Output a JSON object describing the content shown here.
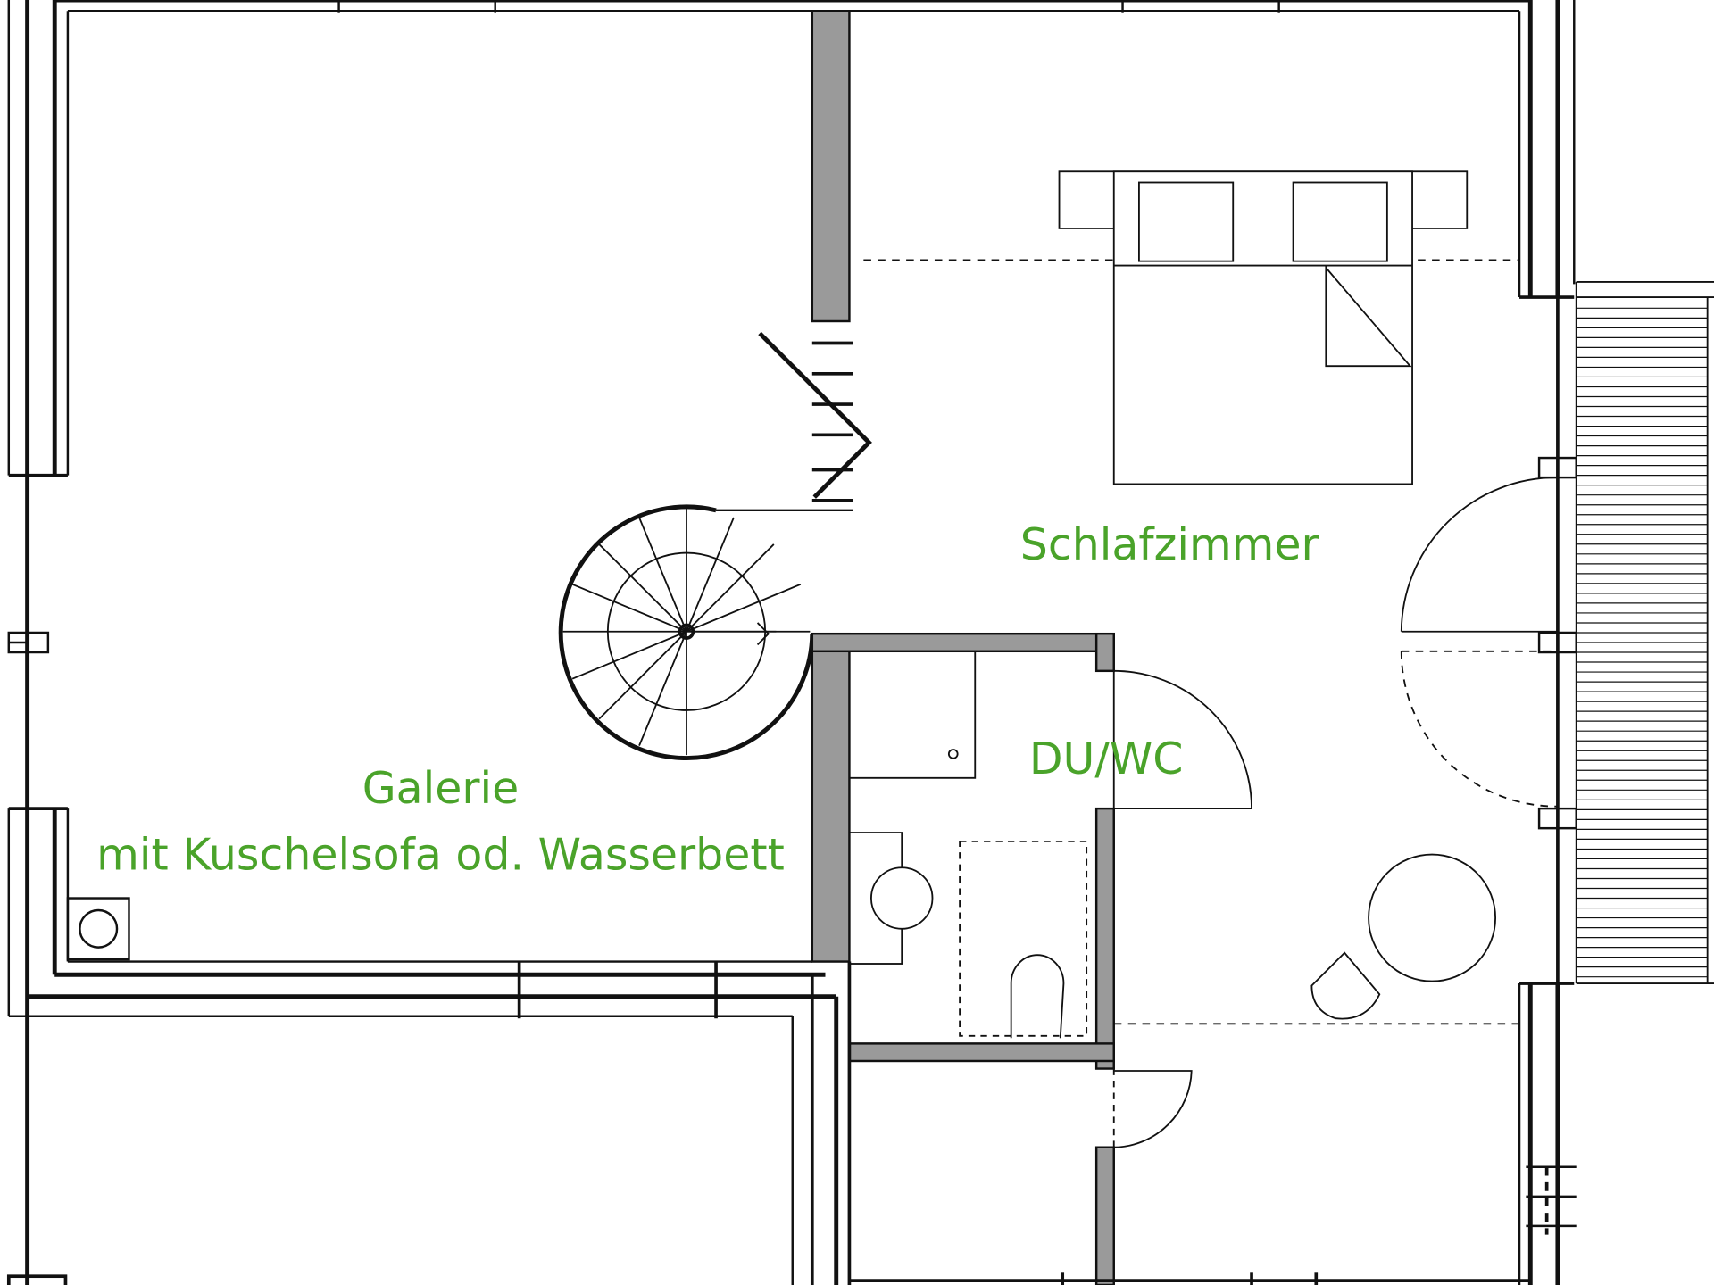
{
  "rooms": {
    "schlafzimmer": "Schlafzimmer",
    "du_wc": "DU/WC",
    "galerie_line1": "Galerie",
    "galerie_line2": "mit Kuschelsofa od. Wasserbett"
  },
  "colors": {
    "label": "#4aa32a",
    "wall_line": "#111111",
    "wall_fill": "#9a9a9a"
  }
}
